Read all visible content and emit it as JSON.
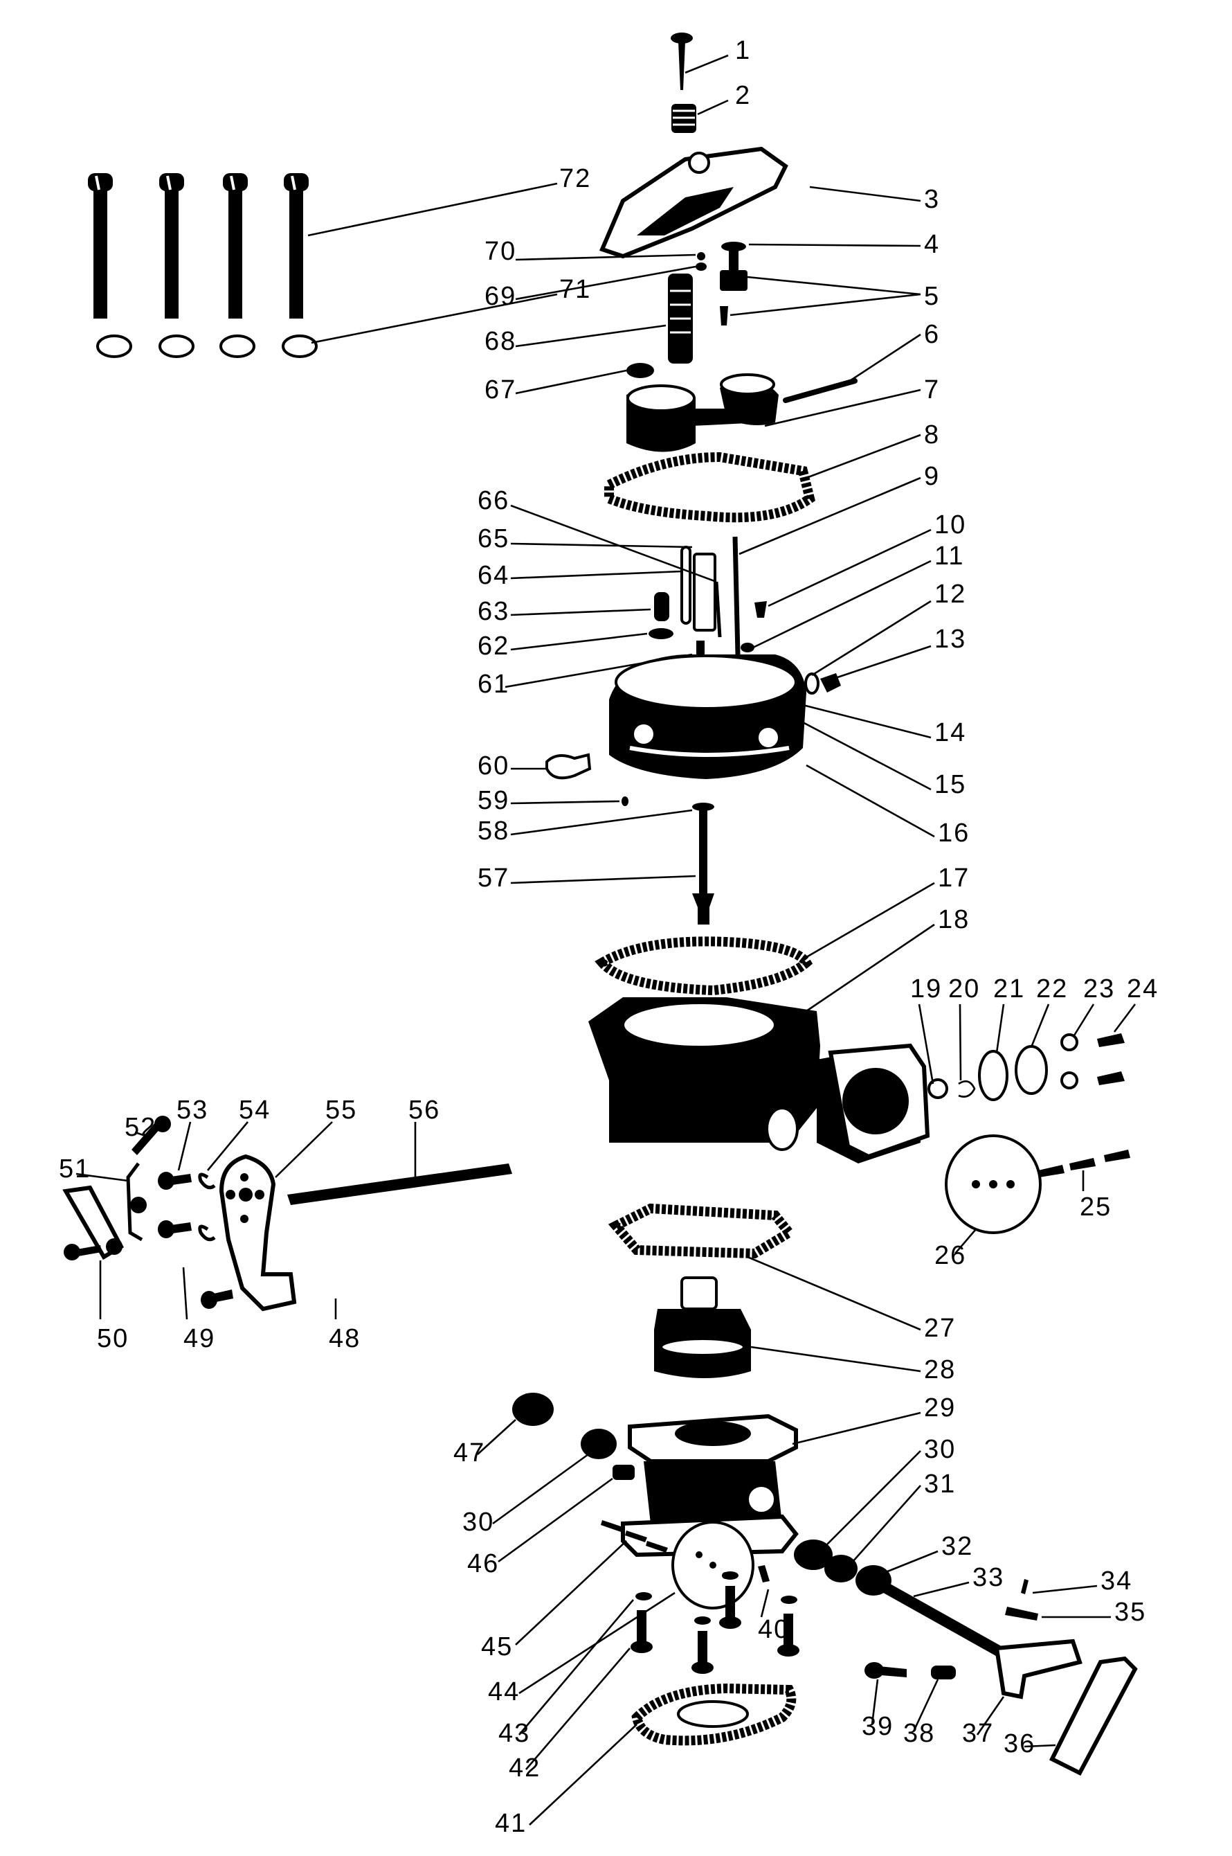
{
  "diagram": {
    "title": "Carburetor exploded parts view",
    "callouts": [
      {
        "id": "1",
        "label": "1"
      },
      {
        "id": "2",
        "label": "2"
      },
      {
        "id": "3",
        "label": "3"
      },
      {
        "id": "4",
        "label": "4"
      },
      {
        "id": "5",
        "label": "5"
      },
      {
        "id": "6",
        "label": "6"
      },
      {
        "id": "7",
        "label": "7"
      },
      {
        "id": "8",
        "label": "8"
      },
      {
        "id": "9",
        "label": "9"
      },
      {
        "id": "10",
        "label": "10"
      },
      {
        "id": "11",
        "label": "11"
      },
      {
        "id": "12",
        "label": "12"
      },
      {
        "id": "13",
        "label": "13"
      },
      {
        "id": "14",
        "label": "14"
      },
      {
        "id": "15",
        "label": "15"
      },
      {
        "id": "16",
        "label": "16"
      },
      {
        "id": "17",
        "label": "17"
      },
      {
        "id": "18",
        "label": "18"
      },
      {
        "id": "19",
        "label": "19"
      },
      {
        "id": "20",
        "label": "20"
      },
      {
        "id": "21",
        "label": "21"
      },
      {
        "id": "22",
        "label": "22"
      },
      {
        "id": "23",
        "label": "23"
      },
      {
        "id": "24",
        "label": "24"
      },
      {
        "id": "25",
        "label": "25"
      },
      {
        "id": "26",
        "label": "26"
      },
      {
        "id": "27",
        "label": "27"
      },
      {
        "id": "28",
        "label": "28"
      },
      {
        "id": "29",
        "label": "29"
      },
      {
        "id": "30a",
        "label": "30"
      },
      {
        "id": "30b",
        "label": "30"
      },
      {
        "id": "31",
        "label": "31"
      },
      {
        "id": "32",
        "label": "32"
      },
      {
        "id": "33",
        "label": "33"
      },
      {
        "id": "34",
        "label": "34"
      },
      {
        "id": "35",
        "label": "35"
      },
      {
        "id": "36",
        "label": "36"
      },
      {
        "id": "37",
        "label": "37"
      },
      {
        "id": "38",
        "label": "38"
      },
      {
        "id": "39",
        "label": "39"
      },
      {
        "id": "40",
        "label": "40"
      },
      {
        "id": "41",
        "label": "41"
      },
      {
        "id": "42",
        "label": "42"
      },
      {
        "id": "43",
        "label": "43"
      },
      {
        "id": "44",
        "label": "44"
      },
      {
        "id": "45",
        "label": "45"
      },
      {
        "id": "46",
        "label": "46"
      },
      {
        "id": "47",
        "label": "47"
      },
      {
        "id": "48",
        "label": "48"
      },
      {
        "id": "49",
        "label": "49"
      },
      {
        "id": "50",
        "label": "50"
      },
      {
        "id": "51",
        "label": "51"
      },
      {
        "id": "52",
        "label": "52"
      },
      {
        "id": "53",
        "label": "53"
      },
      {
        "id": "54",
        "label": "54"
      },
      {
        "id": "55",
        "label": "55"
      },
      {
        "id": "56",
        "label": "56"
      },
      {
        "id": "57",
        "label": "57"
      },
      {
        "id": "58",
        "label": "58"
      },
      {
        "id": "59",
        "label": "59"
      },
      {
        "id": "60",
        "label": "60"
      },
      {
        "id": "61",
        "label": "61"
      },
      {
        "id": "62",
        "label": "62"
      },
      {
        "id": "63",
        "label": "63"
      },
      {
        "id": "64",
        "label": "64"
      },
      {
        "id": "65",
        "label": "65"
      },
      {
        "id": "66",
        "label": "66"
      },
      {
        "id": "67",
        "label": "67"
      },
      {
        "id": "68",
        "label": "68"
      },
      {
        "id": "69",
        "label": "69"
      },
      {
        "id": "70",
        "label": "70"
      },
      {
        "id": "71",
        "label": "71"
      },
      {
        "id": "72",
        "label": "72"
      }
    ]
  },
  "colors": {
    "ink": "#000000",
    "paper": "#ffffff"
  }
}
